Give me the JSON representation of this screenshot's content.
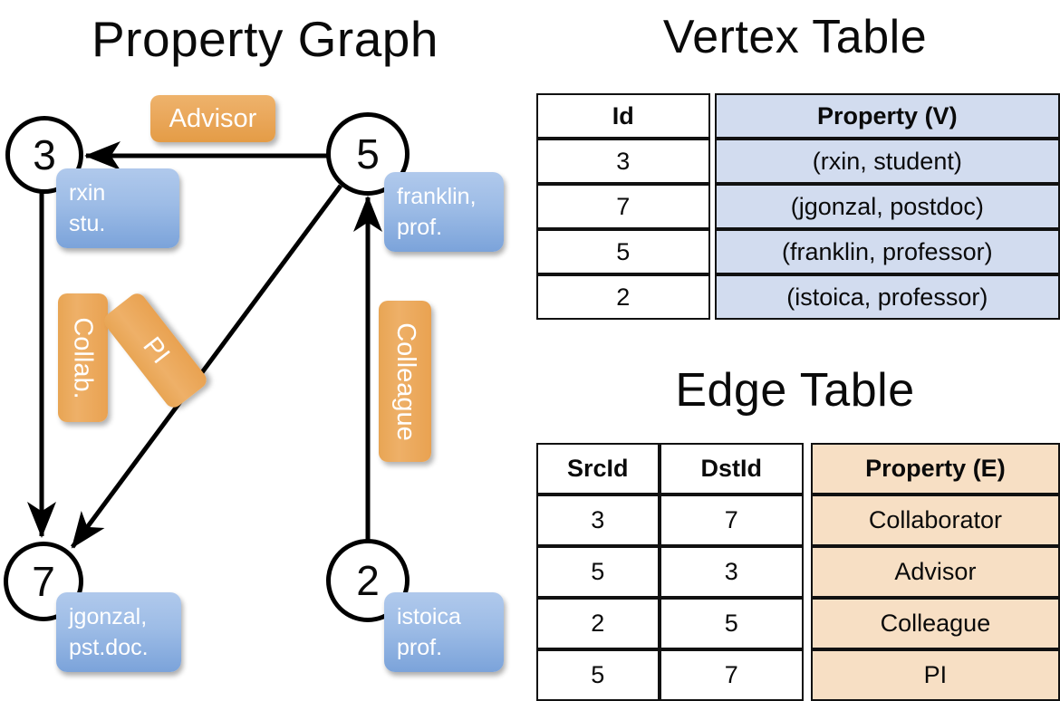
{
  "titles": {
    "property_graph": "Property Graph",
    "vertex_table": "Vertex Table",
    "edge_table": "Edge Table"
  },
  "graph": {
    "nodes": [
      {
        "id": "3",
        "property_label": [
          "rxin",
          "stu."
        ]
      },
      {
        "id": "5",
        "property_label": [
          "franklin,",
          "prof."
        ]
      },
      {
        "id": "7",
        "property_label": [
          "jgonzal,",
          "pst.doc."
        ]
      },
      {
        "id": "2",
        "property_label": [
          "istoica",
          "prof."
        ]
      }
    ],
    "edge_labels": {
      "advisor": "Advisor",
      "collab": "Collab.",
      "pi": "PI",
      "colleague": "Colleague"
    },
    "edges": [
      {
        "src": "5",
        "dst": "3",
        "label": "Advisor"
      },
      {
        "src": "3",
        "dst": "7",
        "label": "Collab."
      },
      {
        "src": "5",
        "dst": "7",
        "label": "PI"
      },
      {
        "src": "2",
        "dst": "5",
        "label": "Colleague"
      }
    ]
  },
  "vertex_table": {
    "headers": {
      "id": "Id",
      "property": "Property (V)"
    },
    "rows": [
      {
        "id": "3",
        "property": "(rxin, student)"
      },
      {
        "id": "7",
        "property": "(jgonzal, postdoc)"
      },
      {
        "id": "5",
        "property": "(franklin, professor)"
      },
      {
        "id": "2",
        "property": "(istoica, professor)"
      }
    ]
  },
  "edge_table": {
    "headers": {
      "src": "SrcId",
      "dst": "DstId",
      "property": "Property (E)"
    },
    "rows": [
      {
        "src": "3",
        "dst": "7",
        "property": "Collaborator"
      },
      {
        "src": "5",
        "dst": "3",
        "property": "Advisor"
      },
      {
        "src": "2",
        "dst": "5",
        "property": "Colleague"
      },
      {
        "src": "5",
        "dst": "7",
        "property": "PI"
      }
    ]
  },
  "colors": {
    "vertex_property_fill": "#d2dcef",
    "edge_property_fill": "#f7dfc4",
    "node_property_box": "#9dbce6",
    "edge_badge": "#eaa85c",
    "stroke": "#000000"
  }
}
